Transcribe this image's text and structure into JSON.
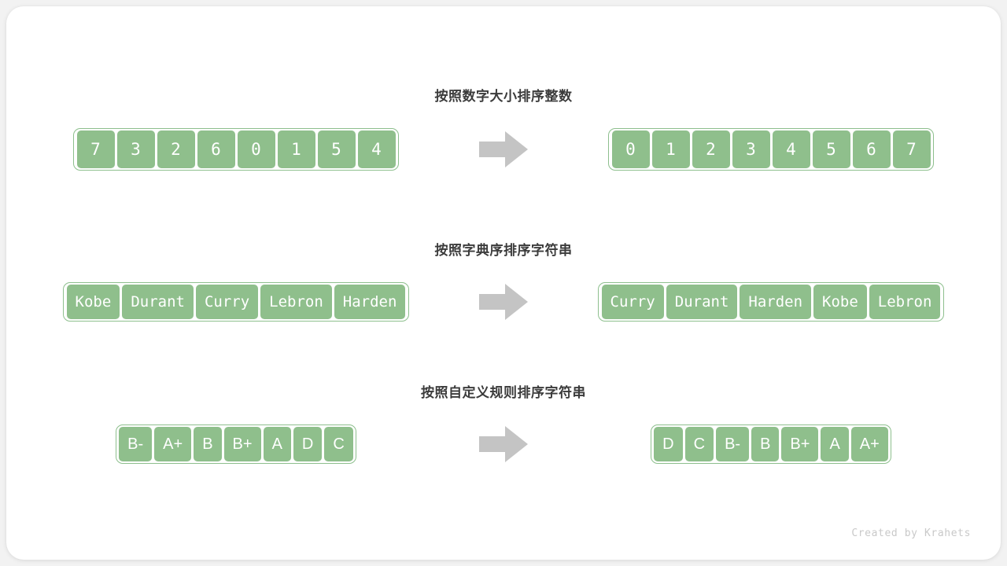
{
  "diagram": {
    "footer": "Created by Krahets",
    "arrow_icon": "right-block-arrow-icon",
    "colors": {
      "cell_fill": "#8fbf8c",
      "cell_text": "#ffffff",
      "container_border": "#8dbf8d",
      "arrow": "#c4c4c4",
      "title_text": "#3b3b3b",
      "page_background": "#f2f2f2",
      "card_background": "#ffffff",
      "footer_text": "#c9c9c9"
    },
    "blocks": [
      {
        "title": "按照数字大小排序整数",
        "before": [
          "7",
          "3",
          "2",
          "6",
          "0",
          "1",
          "5",
          "4"
        ],
        "after": [
          "0",
          "1",
          "2",
          "3",
          "4",
          "5",
          "6",
          "7"
        ]
      },
      {
        "title": "按照字典序排序字符串",
        "before": [
          "Kobe",
          "Durant",
          "Curry",
          "Lebron",
          "Harden"
        ],
        "after": [
          "Curry",
          "Durant",
          "Harden",
          "Kobe",
          "Lebron"
        ]
      },
      {
        "title": "按照自定义规则排序字符串",
        "before": [
          "B-",
          "A+",
          "B",
          "B+",
          "A",
          "D",
          "C"
        ],
        "after": [
          "D",
          "C",
          "B-",
          "B",
          "B+",
          "A",
          "A+"
        ]
      }
    ]
  }
}
